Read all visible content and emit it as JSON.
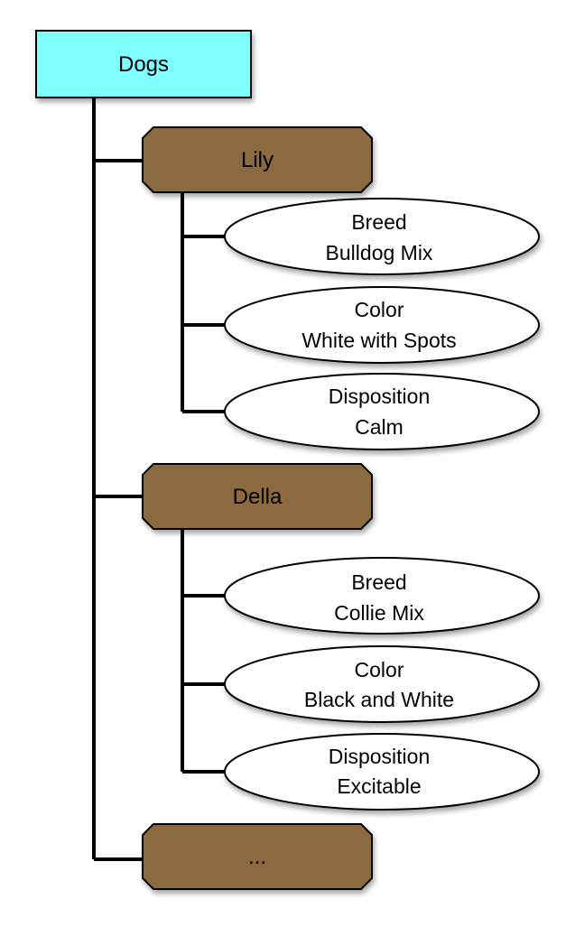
{
  "colors": {
    "root_fill": "#80FFFF",
    "dog_fill": "#8B6A40",
    "attribute_fill": "#FFFFFF",
    "line": "#000000"
  },
  "root": {
    "label": "Dogs"
  },
  "dogs": [
    {
      "name": "Lily",
      "attributes": [
        {
          "key": "Breed",
          "value": "Bulldog Mix"
        },
        {
          "key": "Color",
          "value": "White with Spots"
        },
        {
          "key": "Disposition",
          "value": "Calm"
        }
      ]
    },
    {
      "name": "Della",
      "attributes": [
        {
          "key": "Breed",
          "value": "Collie Mix"
        },
        {
          "key": "Color",
          "value": "Black and White"
        },
        {
          "key": "Disposition",
          "value": "Excitable"
        }
      ]
    },
    {
      "name": "...",
      "attributes": []
    }
  ]
}
